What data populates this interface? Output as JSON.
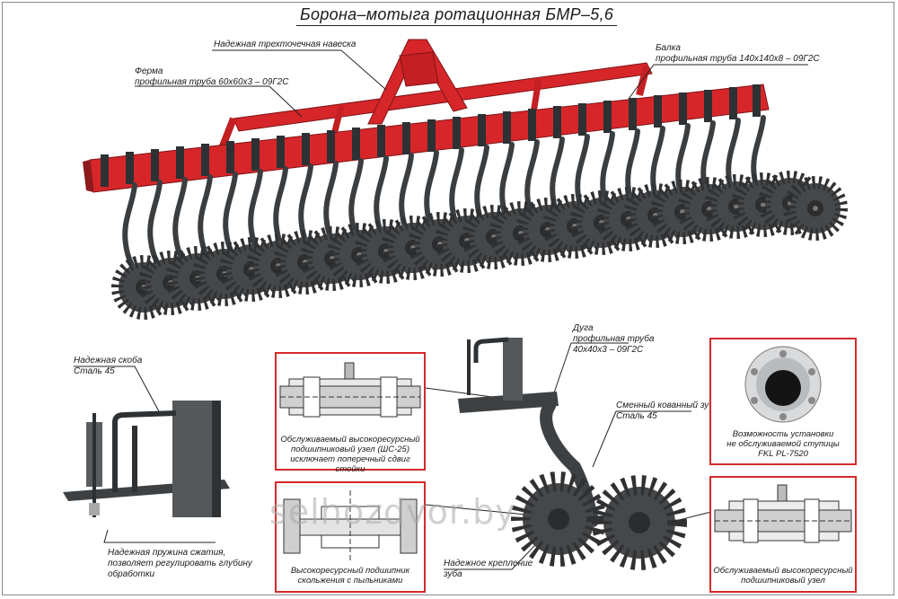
{
  "title": "Борона–мотыга ротационная БМР–5,6",
  "labels": {
    "hitch": "Надежная трехточечная навеска",
    "truss_title": "Ферма",
    "truss_spec": "профильная труба 60х60х3 – 09Г2С",
    "beam_title": "Балка",
    "beam_spec": "профильная труба 140х140х8 – 09Г2С",
    "bracket_title": "Надежная скоба",
    "bracket_spec": "Сталь 45",
    "arc_title": "Дуга",
    "arc_spec_1": "профильная труба",
    "arc_spec_2": "40х40х3 – 09Г2С",
    "tooth_title": "Сменный кованный зуб",
    "tooth_spec": "Сталь 45",
    "spring_1": "Надежная пружина сжатия,",
    "spring_2": "позволяет регулировать глубину",
    "spring_3": "обработки",
    "mount_1": "Надежное крепление",
    "mount_2": "зуба"
  },
  "boxes": {
    "bearing_top": [
      "Обслуживаемый высокоресурсный",
      "подшипниковый узел (ШС-25)",
      "исключает поперечный сдвиг стойки"
    ],
    "bearing_slide": [
      "Высокоресурсный подшипник",
      "скольжения с пыльниками"
    ],
    "hub": [
      "Возможность установки",
      "не обслуживаемой ступицы",
      "FKL PL-7520"
    ],
    "bearing_bottom": [
      "Обслуживаемый высокоресурсный",
      "подшипниковый узел"
    ]
  },
  "watermark": "selhozdvor.by",
  "colors": {
    "frame_red": "#d6262a",
    "steel": "#3e4144",
    "box_border": "#d42a2a"
  }
}
